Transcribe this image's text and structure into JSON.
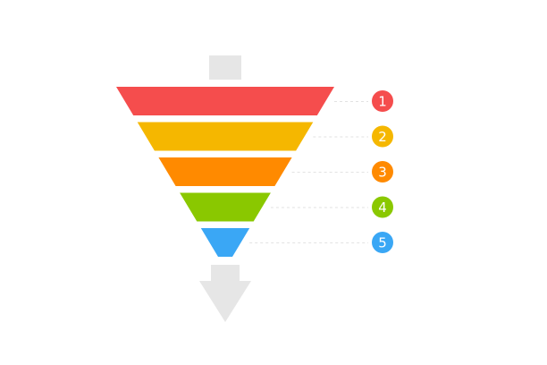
{
  "colors": {
    "background": "#ffffff",
    "arrow": "#e6e6e6",
    "connector": "#e2e2e2"
  },
  "icons": {
    "input": "square-entry-icon",
    "output": "down-arrow-icon"
  },
  "stages": [
    {
      "number": "1",
      "color": "#f54d4d"
    },
    {
      "number": "2",
      "color": "#f5b700"
    },
    {
      "number": "3",
      "color": "#ff8a00"
    },
    {
      "number": "4",
      "color": "#8ac800"
    },
    {
      "number": "5",
      "color": "#3aa7f5"
    }
  ]
}
